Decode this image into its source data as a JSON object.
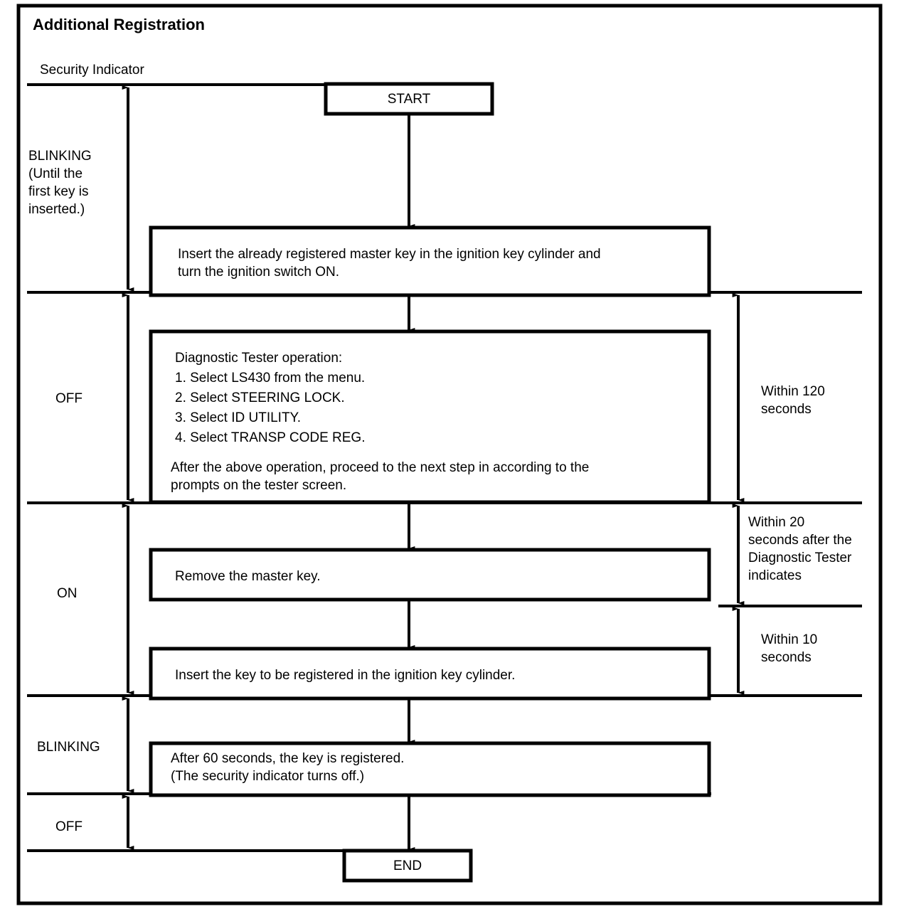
{
  "diagram": {
    "type": "flowchart-with-timing-chart",
    "title": "Additional Registration",
    "indicator_axis_label": "Security Indicator",
    "terminals": {
      "start": "START",
      "end": "END"
    },
    "indicator_states": [
      {
        "label": "BLINKING\n(Until the\nfirst key is\ninserted.)",
        "state": "BLINKING"
      },
      {
        "label": "OFF",
        "state": "OFF"
      },
      {
        "label": "ON",
        "state": "ON"
      },
      {
        "label": "BLINKING",
        "state": "BLINKING"
      },
      {
        "label": "OFF",
        "state": "OFF"
      }
    ],
    "steps": [
      {
        "id": "step-insert-master-key",
        "text": "Insert the already registered master key in the ignition key cylinder and\nturn the ignition switch ON."
      },
      {
        "id": "step-diagnostic-tester",
        "heading": "Diagnostic Tester operation:",
        "items": [
          "1.  Select LS430 from the menu.",
          "2.  Select STEERING LOCK.",
          "3.  Select ID UTILITY.",
          "4.  Select TRANSP CODE REG."
        ],
        "footer": "After the above operation, proceed to the next step in according to the\nprompts on the tester screen."
      },
      {
        "id": "step-remove-master-key",
        "text": "Remove the master key."
      },
      {
        "id": "step-insert-new-key",
        "text": "Insert the key to be registered in the ignition key cylinder."
      },
      {
        "id": "step-key-registered",
        "text": "After 60 seconds, the key is registered.\n(The security indicator turns off.)"
      }
    ],
    "timing_annotations": [
      {
        "id": "timing-120",
        "text": "Within 120\nseconds"
      },
      {
        "id": "timing-20",
        "text": "Within 20\nseconds after the\nDiagnostic Tester\nindicates"
      },
      {
        "id": "timing-10",
        "text": "Within 10\nseconds"
      }
    ],
    "colors": {
      "line": "#000000",
      "background": "#ffffff"
    }
  }
}
